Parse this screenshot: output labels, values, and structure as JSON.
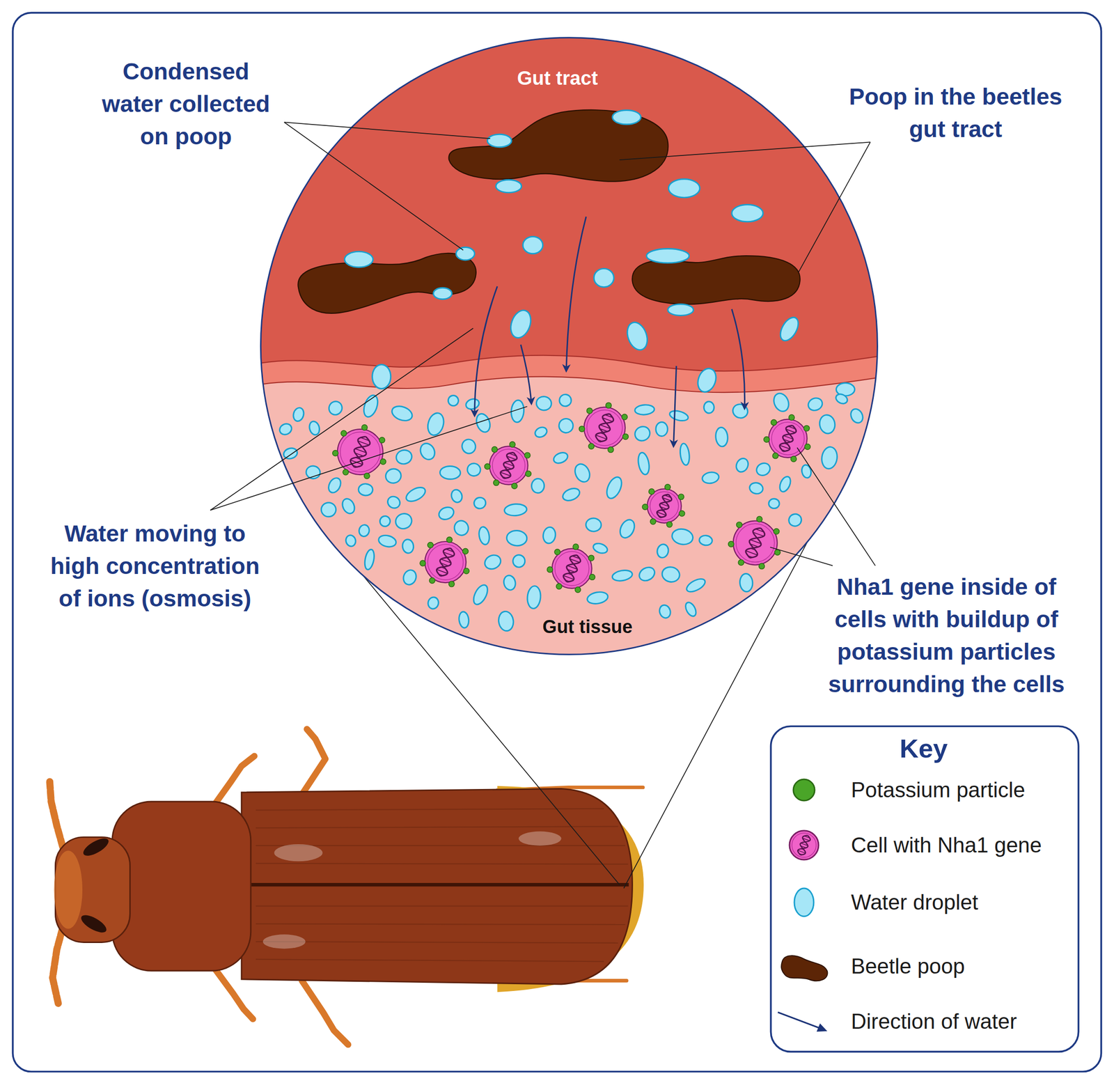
{
  "diagram": {
    "labels": [
      "Condensed water collected on poop",
      "Gut tract",
      "Poop in the beetles gut tract",
      "Water moving to high concentration of ions (osmosis)",
      "Gut tissue",
      "Nha1 gene inside of cells with buildup of potassium particles surrounding the cells",
      "Key"
    ],
    "legend": [
      {
        "text": "Potassium particle",
        "color": "#4aa528"
      },
      {
        "text": "Cell with Nha1 gene"
      },
      {
        "text": "Water droplet"
      },
      {
        "text": "Beetle poop"
      },
      {
        "text": "Direction of water"
      }
    ]
  }
}
